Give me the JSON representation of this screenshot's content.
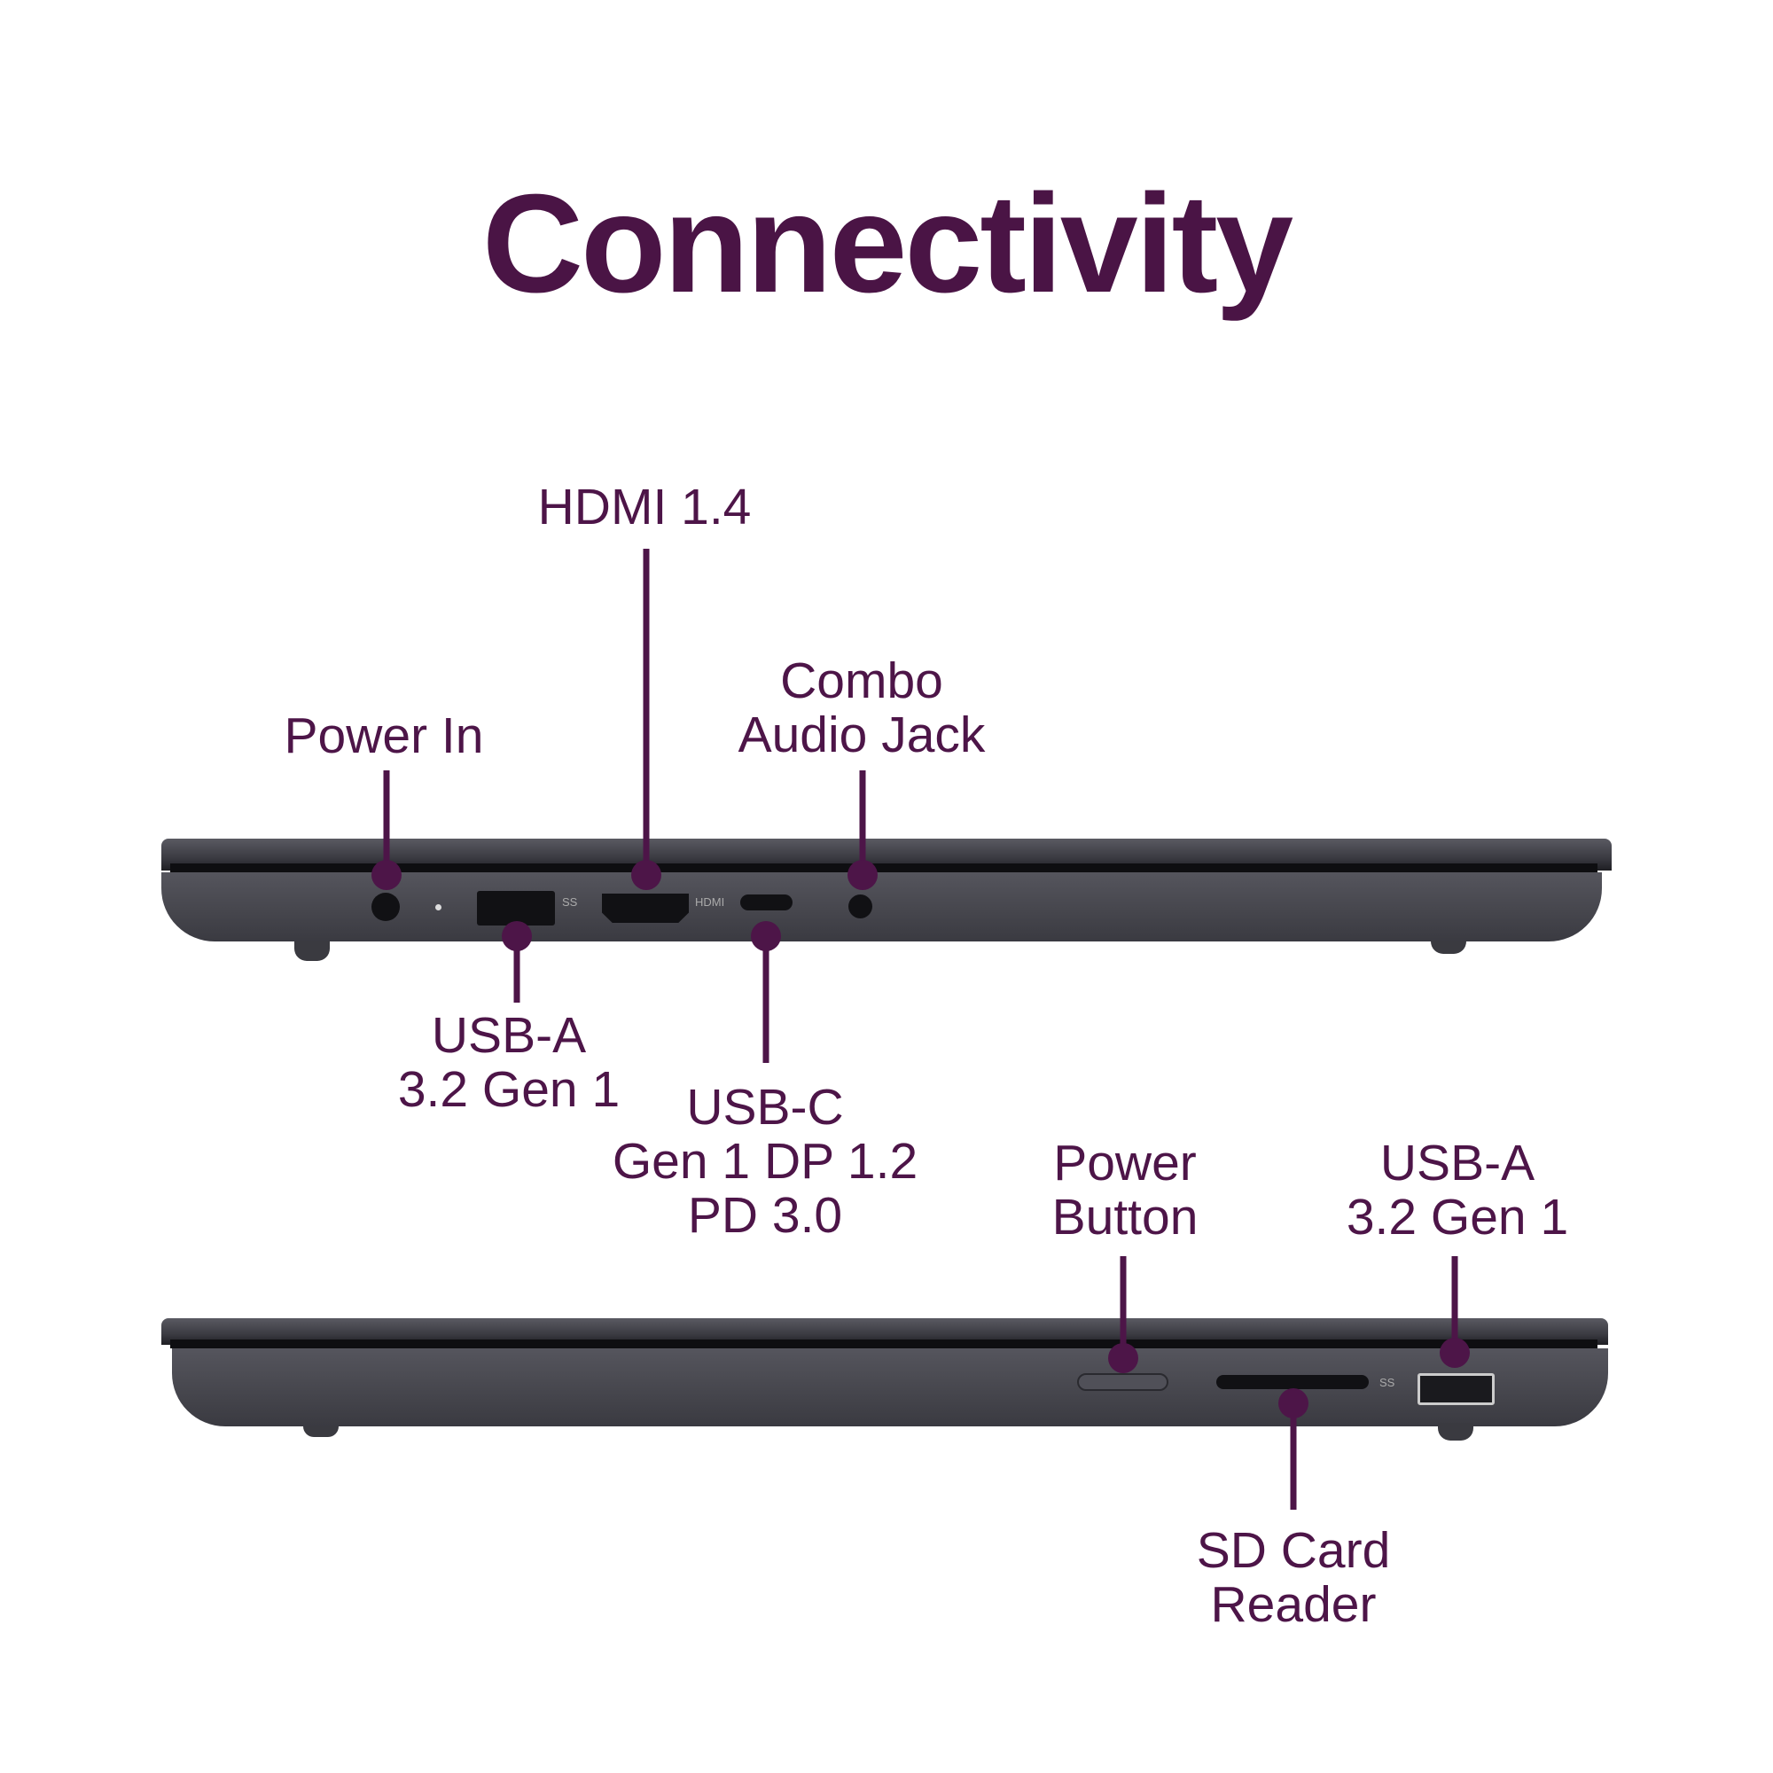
{
  "title": "Connectivity",
  "left_side": {
    "power_in": "Power In",
    "hdmi": "HDMI 1.4",
    "audio": [
      "Combo",
      "Audio Jack"
    ],
    "usb_a": [
      "USB-A",
      "3.2 Gen 1"
    ],
    "usb_c": [
      "USB-C",
      "Gen 1 DP 1.2",
      "PD 3.0"
    ],
    "port_marks": {
      "ss": "SS",
      "hdmi": "HDMI"
    }
  },
  "right_side": {
    "power_button": [
      "Power",
      "Button"
    ],
    "usb_a": [
      "USB-A",
      "3.2 Gen 1"
    ],
    "sd_card": [
      "SD Card",
      "Reader"
    ],
    "port_marks": {
      "ss": "SS"
    }
  },
  "colors": {
    "accent": "#4d1548",
    "laptop": "#45454c"
  }
}
